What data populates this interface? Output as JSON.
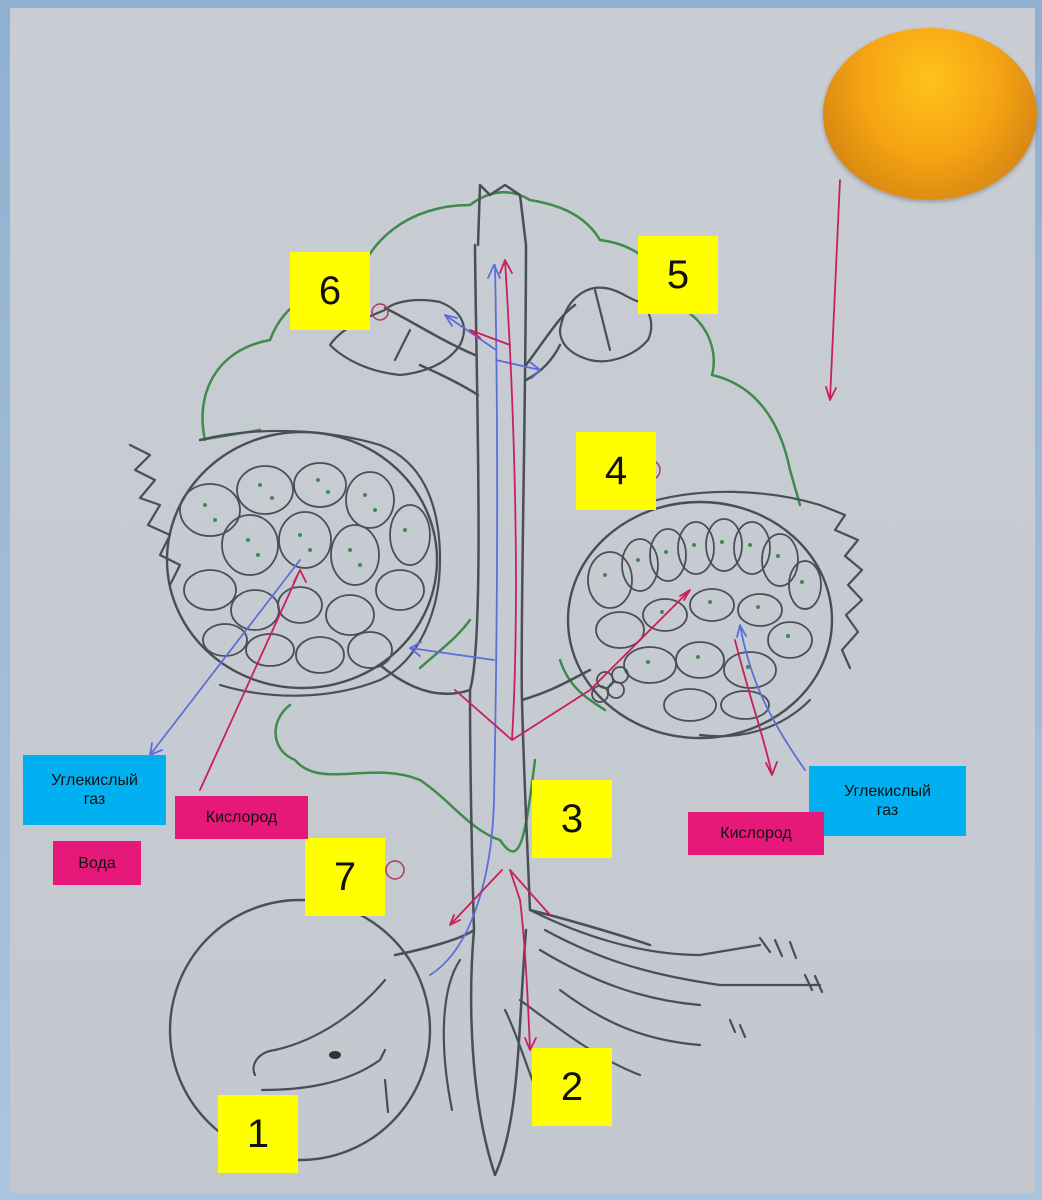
{
  "labels": {
    "n1": "1",
    "n2": "2",
    "n3": "3",
    "n4": "4",
    "n5": "5",
    "n6": "6",
    "n7": "7"
  },
  "tags": {
    "co2_left": "Углекислый\nгаз",
    "co2_right": "Углекислый\nгаз",
    "oxygen_left": "Кислород",
    "oxygen_right": "Кислород",
    "water": "Вода"
  },
  "colors": {
    "label_bg": "#ffff00",
    "co2_tag": "#00b0f0",
    "o2_tag": "#e6197a",
    "sun": "#f5a413",
    "pencil": "#4a4e56",
    "crown": "#3f8a4c",
    "water_flow": "#5d6ed8",
    "sugar_flow": "#c8205e"
  }
}
